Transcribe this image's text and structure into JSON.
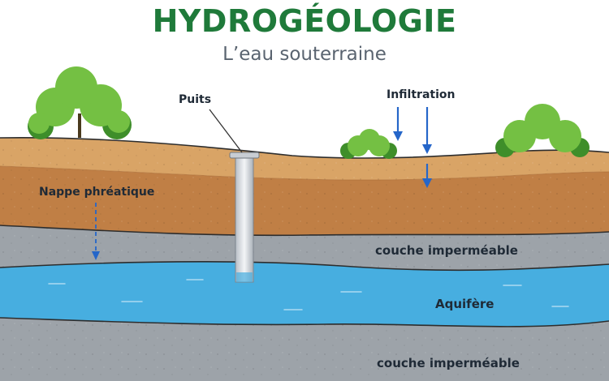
{
  "title": "HYDROGÉOLOGIE",
  "subtitle": "L’eau souterraine",
  "labels": {
    "well": "Puits",
    "infiltration": "Infiltration",
    "water_table": "Nappe phréatique",
    "impermeable_top": "couche imperméable",
    "aquifer": "Aquifère",
    "impermeable_bottom": "couche imperméable"
  },
  "colors": {
    "title": "#1f7a3a",
    "subtitle": "#5a6470",
    "soil_top": "#d9a466",
    "soil_deep": "#c07f45",
    "gray_layer": "#9da3a9",
    "aquifer": "#47aee0",
    "arrow": "#2566c9",
    "tree_light": "#74c043",
    "tree_dark": "#3e8e2a"
  },
  "icons": {
    "well": "well-icon",
    "tree": "tree-icon",
    "shrub": "shrub-icon",
    "arrow": "down-arrow-icon"
  }
}
